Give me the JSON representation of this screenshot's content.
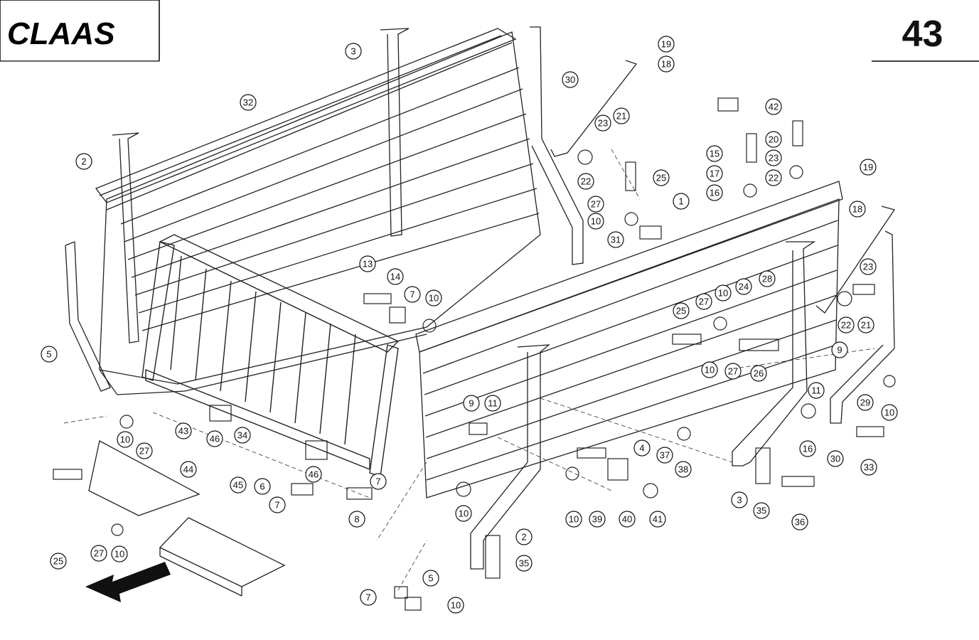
{
  "header": {
    "brand": "CLAAS",
    "page_number": "43"
  },
  "callouts": [
    {
      "label": "19"
    },
    {
      "label": "18"
    },
    {
      "label": "3"
    },
    {
      "label": "30"
    },
    {
      "label": "32"
    },
    {
      "label": "42"
    },
    {
      "label": "23"
    },
    {
      "label": "21"
    },
    {
      "label": "20"
    },
    {
      "label": "2"
    },
    {
      "label": "22"
    },
    {
      "label": "15"
    },
    {
      "label": "23"
    },
    {
      "label": "19"
    },
    {
      "label": "25"
    },
    {
      "label": "17"
    },
    {
      "label": "22"
    },
    {
      "label": "16"
    },
    {
      "label": "27"
    },
    {
      "label": "1"
    },
    {
      "label": "10"
    },
    {
      "label": "31"
    },
    {
      "label": "18"
    },
    {
      "label": "13"
    },
    {
      "label": "23"
    },
    {
      "label": "14"
    },
    {
      "label": "28"
    },
    {
      "label": "7"
    },
    {
      "label": "10"
    },
    {
      "label": "25"
    },
    {
      "label": "27"
    },
    {
      "label": "10"
    },
    {
      "label": "24"
    },
    {
      "label": "22"
    },
    {
      "label": "21"
    },
    {
      "label": "5"
    },
    {
      "label": "9"
    },
    {
      "label": "10"
    },
    {
      "label": "27"
    },
    {
      "label": "26"
    },
    {
      "label": "11"
    },
    {
      "label": "9"
    },
    {
      "label": "29"
    },
    {
      "label": "10"
    },
    {
      "label": "11"
    },
    {
      "label": "10"
    },
    {
      "label": "27"
    },
    {
      "label": "43"
    },
    {
      "label": "46"
    },
    {
      "label": "34"
    },
    {
      "label": "16"
    },
    {
      "label": "30"
    },
    {
      "label": "33"
    },
    {
      "label": "4"
    },
    {
      "label": "37"
    },
    {
      "label": "38"
    },
    {
      "label": "46"
    },
    {
      "label": "44"
    },
    {
      "label": "7"
    },
    {
      "label": "6"
    },
    {
      "label": "45"
    },
    {
      "label": "7"
    },
    {
      "label": "8"
    },
    {
      "label": "10"
    },
    {
      "label": "10"
    },
    {
      "label": "39"
    },
    {
      "label": "40"
    },
    {
      "label": "41"
    },
    {
      "label": "3"
    },
    {
      "label": "35"
    },
    {
      "label": "36"
    },
    {
      "label": "2"
    },
    {
      "label": "35"
    },
    {
      "label": "25"
    },
    {
      "label": "27"
    },
    {
      "label": "10"
    },
    {
      "label": "5"
    },
    {
      "label": "7"
    },
    {
      "label": "10"
    }
  ]
}
